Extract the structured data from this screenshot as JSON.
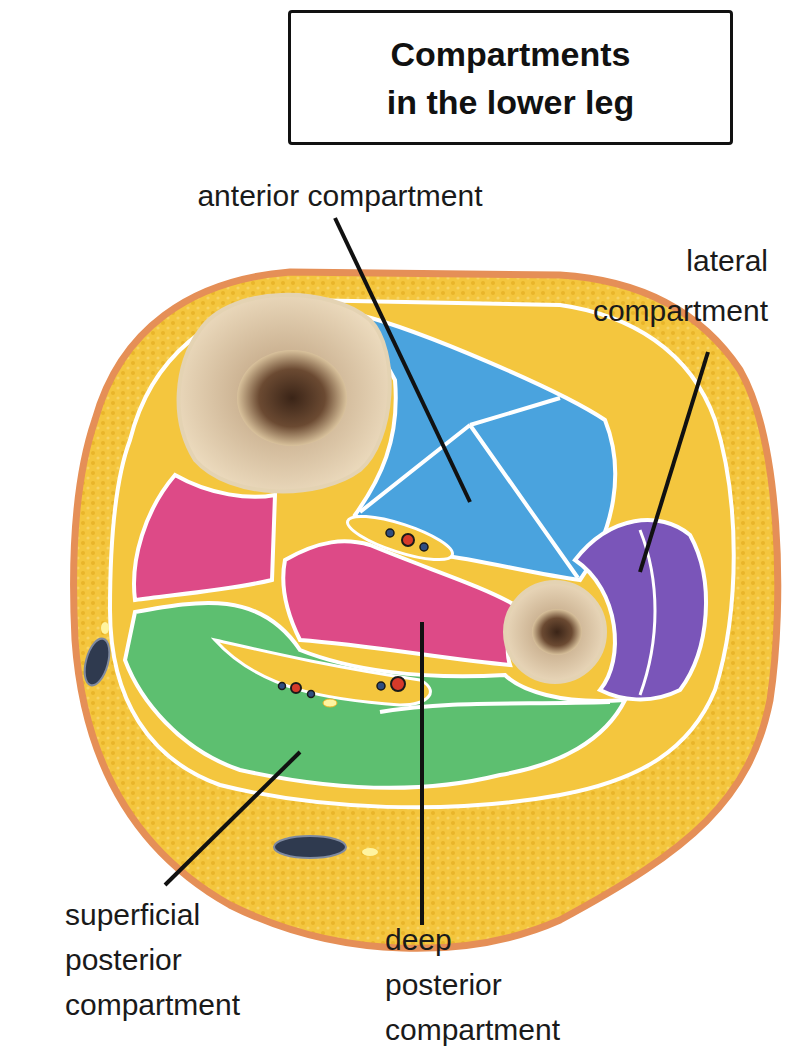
{
  "diagram": {
    "title": "Compartments in the lower leg",
    "labels": [
      "anterior compartment",
      "lateral compartment",
      "superficial posterior compartment",
      "deep posterior compartment"
    ]
  }
}
